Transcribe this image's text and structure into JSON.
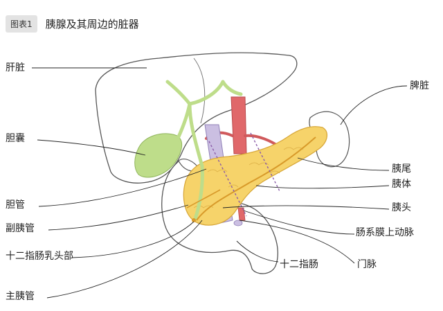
{
  "figure": {
    "badge": "图表1",
    "title": "胰腺及其周边的脏器"
  },
  "labels": {
    "liver": "肝脏",
    "gallbladder": "胆囊",
    "bile_duct": "胆管",
    "accessory_duct": "副胰管",
    "papilla": "十二指肠乳头部",
    "main_duct": "主胰管",
    "spleen": "脾脏",
    "tail": "胰尾",
    "body": "胰体",
    "head": "胰头",
    "sma": "肠系膜上动脉",
    "duodenum": "十二指肠",
    "portal_vein": "门脉"
  },
  "colors": {
    "pancreas": "#f6d36a",
    "gallbladder": "#bedd8a",
    "aorta": "#e0686a",
    "portal_vein": "#cbbfe2",
    "outline": "#555555",
    "leader": "#222222"
  }
}
